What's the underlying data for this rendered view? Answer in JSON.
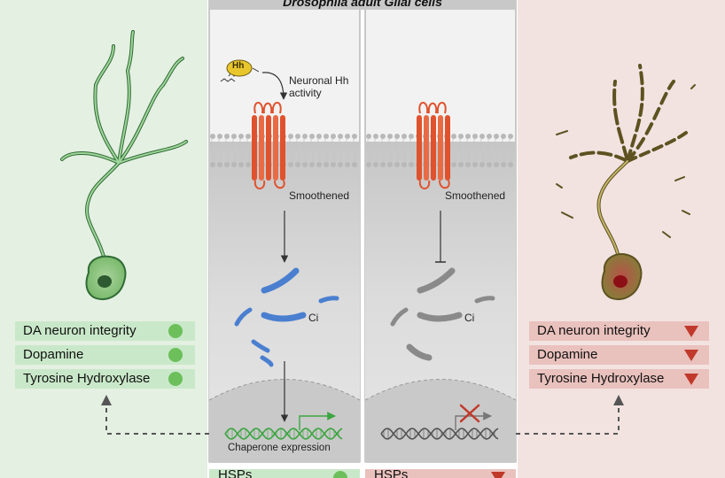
{
  "title": "Drosophila adult Glial cells",
  "hh_badge": "Hh",
  "neuronal_activity": "Neuronal Hh activity",
  "smoothened": "Smoothened",
  "ci": "Ci",
  "chaperone_expression": "Chaperone expression",
  "left_panel": {
    "rows": [
      "DA neuron integrity",
      "Dopamine",
      "Tyrosine Hydroxylase"
    ],
    "status": "normal"
  },
  "right_panel": {
    "rows": [
      "DA neuron integrity",
      "Dopamine",
      "Tyrosine Hydroxylase"
    ],
    "status": "decreased"
  },
  "bottom_left": "HSPs",
  "bottom_right": "HSPs",
  "colors": {
    "left_bg": "#e4f0e2",
    "right_bg": "#f2e3e1",
    "center_bg": "#ececec",
    "receptor": "#e0522d",
    "ci_active": "#4a7fd0",
    "ci_inactive": "#8a8a8a",
    "neuron_healthy": "#5aa05a",
    "neuron_degenerate": "#9c8d45",
    "dot_green": "#6cbf5a",
    "triangle_red": "#c0392b"
  }
}
